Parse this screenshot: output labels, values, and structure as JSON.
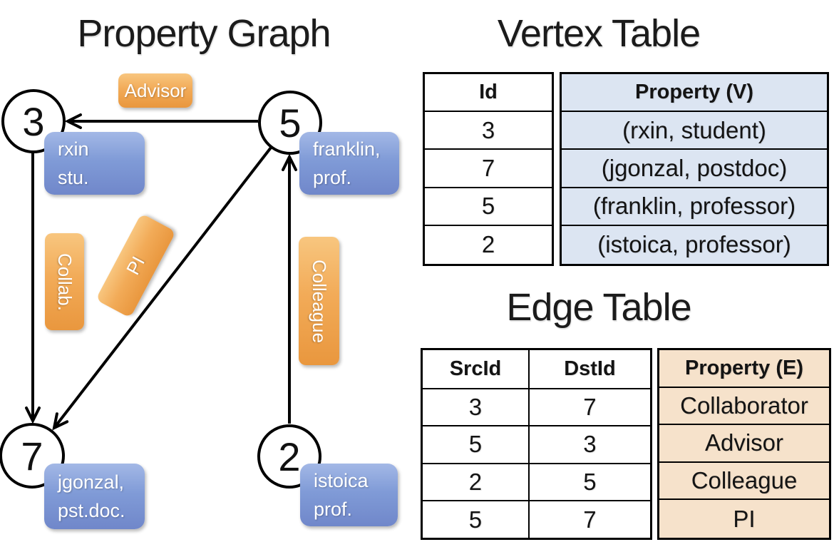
{
  "graph": {
    "title": "Property Graph",
    "nodes": [
      {
        "id": "3",
        "line1": "rxin",
        "line2": "stu."
      },
      {
        "id": "5",
        "line1": "franklin,",
        "line2": "prof."
      },
      {
        "id": "7",
        "line1": "jgonzal,",
        "line2": "pst.doc."
      },
      {
        "id": "2",
        "line1": "istoica",
        "line2": "prof."
      }
    ],
    "edge_labels": {
      "advisor": "Advisor",
      "collab": "Collab.",
      "pi": "PI",
      "colleague": "Colleague"
    }
  },
  "vertex_table": {
    "title": "Vertex Table",
    "columns": {
      "id": "Id",
      "property": "Property (V)"
    },
    "rows": [
      {
        "id": "3",
        "property": "(rxin, student)"
      },
      {
        "id": "7",
        "property": "(jgonzal, postdoc)"
      },
      {
        "id": "5",
        "property": "(franklin, professor)"
      },
      {
        "id": "2",
        "property": "(istoica, professor)"
      }
    ]
  },
  "edge_table": {
    "title": "Edge Table",
    "columns": {
      "src": "SrcId",
      "dst": "DstId",
      "property": "Property (E)"
    },
    "rows": [
      {
        "src": "3",
        "dst": "7",
        "property": "Collaborator"
      },
      {
        "src": "5",
        "dst": "3",
        "property": "Advisor"
      },
      {
        "src": "2",
        "dst": "5",
        "property": "Colleague"
      },
      {
        "src": "5",
        "dst": "7",
        "property": "PI"
      }
    ]
  },
  "colors": {
    "edge_label_orange": "#f2ab58",
    "property_box_blue": "#809bd7",
    "vertex_table_fill": "#dce5f2",
    "edge_table_fill": "#f6e2cb",
    "line_black": "#000000"
  }
}
